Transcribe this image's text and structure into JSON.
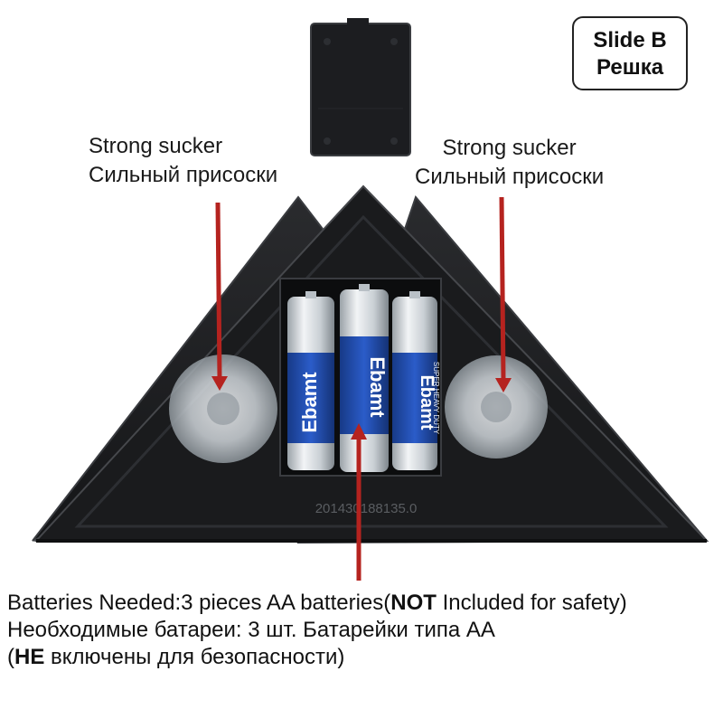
{
  "badge": {
    "line1": "Slide B",
    "line2": "Решка"
  },
  "sucker_left": {
    "en": "Strong sucker",
    "ru": "Сильный присоски"
  },
  "sucker_right": {
    "en": "Strong sucker",
    "ru": "Сильный присоски"
  },
  "battery": {
    "brand": "Ebamt",
    "spec": "SUPER HEAVY DUTY",
    "count": 3
  },
  "serial": "201430188135.0",
  "caption": {
    "line1_prefix": "Batteries Needed:3 pieces AA batteries(",
    "line1_bold": "NOT",
    "line1_suffix": " Included for safety)",
    "line2": "Необходимые батареи: 3 шт. Батарейки типа АА",
    "line3_prefix": "(",
    "line3_bold": "НЕ",
    "line3_suffix": " включены для безопасности)"
  },
  "colors": {
    "device": "#1b1c1e",
    "device_edge": "#3a3c40",
    "arrow": "#b5231f",
    "battery_blue": "#1f4aa8",
    "battery_silver": "#d8dde2"
  }
}
